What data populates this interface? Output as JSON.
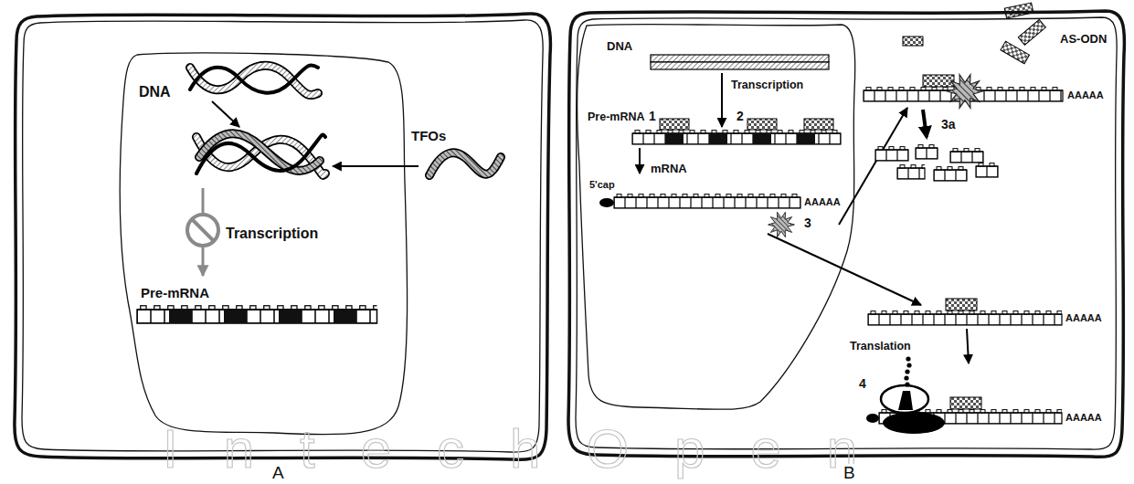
{
  "diagram": {
    "nodes": [
      {
        "text": [
          "TFOs"
        ]
      },
      {
        "text": [
          "DNA",
          "Transcription",
          "Pre-mRNA"
        ],
        "in": 0
      },
      {
        "text": [
          "AS-ODN",
          "AAAAA",
          "3a",
          "AAAAA",
          "Translation",
          "4",
          "AAAAA"
        ]
      },
      {
        "text": [
          "DNA",
          "Transcription",
          "Pre-mRNA",
          "1",
          "2",
          "mRNA",
          "5'cap",
          "AAAAA",
          "3"
        ],
        "in": 2
      }
    ],
    "labels": [
      "A",
      "B",
      "IntechOpen"
    ]
  }
}
